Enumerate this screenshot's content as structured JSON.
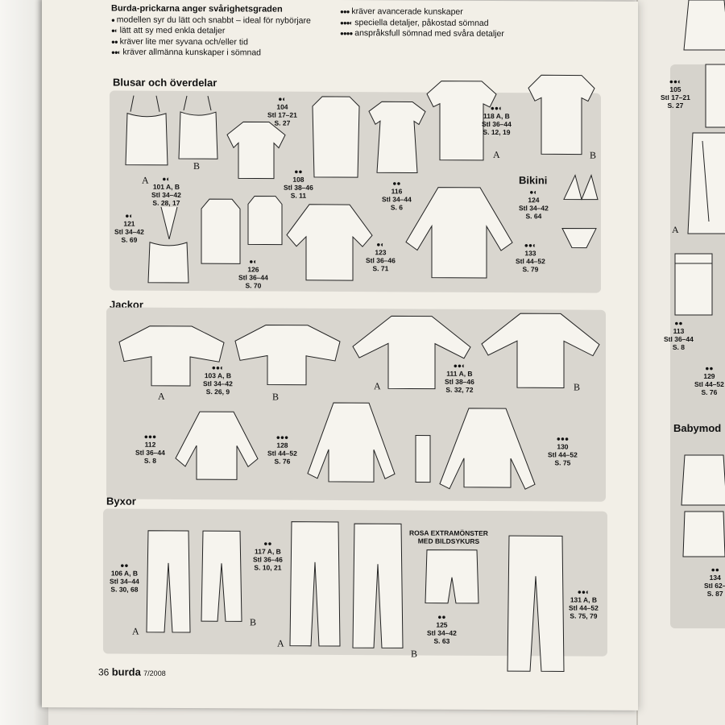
{
  "legend": {
    "title": "Burda-prickarna anger svårighetsgraden",
    "items_left": [
      {
        "dots": "●",
        "text": "modellen syr du lätt och snabbt – ideal för nybörjare"
      },
      {
        "dots": "●◐",
        "text": "lätt att sy med enkla detaljer"
      },
      {
        "dots": "●●",
        "text": "kräver lite mer syvana och/eller tid"
      },
      {
        "dots": "●●◐",
        "text": "kräver allmänna kunskaper i sömnad"
      }
    ],
    "items_right": [
      {
        "dots": "●●●",
        "text": "kräver avancerade kunskaper"
      },
      {
        "dots": "●●●◐",
        "text": "speciella detaljer, påkostad sömnad"
      },
      {
        "dots": "●●●●",
        "text": "anspråksfull sömnad med svåra detaljer"
      }
    ]
  },
  "sections": {
    "blusar": "Blusar och överdelar",
    "jackor": "Jackor",
    "byxor": "Byxor",
    "bikini": "Bikini",
    "rosa": "ROSA EXTRAMÖNSTER\nMED BILDSYKURS"
  },
  "labels": {
    "b104": "●◐\n104\nStl 17–21\nS. 27",
    "b101": "●◐\n101 A, B\nStl 34–42\nS. 28, 17",
    "b108": "●●\n108\nStl 38–46\nS. 11",
    "b116": "●●\n116\nStl 34–44\nS. 6",
    "b118": "●●◐\n118 A, B\nStl 36–44\nS. 12, 19",
    "b124": "●◐\n124\nStl 34–42\nS. 64",
    "b121": "●◐\n121\nStl 34–42\nS. 69",
    "b126": "●◐\n126\nStl 36–44\nS. 70",
    "b123": "●◐\n123\nStl 36–46\nS. 71",
    "b133": "●●◐\n133\nStl 44–52\nS. 79",
    "j103": "●●◐\n103 A, B\nStl 34–42\nS. 26, 9",
    "j111": "●●◐\n111 A, B\nStl 38–46\nS. 32, 72",
    "j112": "●●●\n112\nStl 36–44\nS. 8",
    "j128": "●●●\n128\nStl 44–52\nS. 76",
    "j130": "●●●\n130\nStl 44–52\nS. 75",
    "p106": "●●\n106 A, B\nStl 34–44\nS. 30, 68",
    "p117": "●●\n117 A, B\nStl 36–46\nS. 10, 21",
    "p125": "●●\n125\nStl 34–42\nS. 63",
    "p131": "●●◐\n131 A, B\nStl 44–52\nS. 75, 79",
    "r105": "●●◐\n105\nStl 17–21\nS. 27",
    "r113": "●●\n113\nStl 36–44\nS. 8",
    "r129": "●●\n129\nStl 44–52\nS. 76",
    "r134": "●●\n134\nStl 62–\nS. 87",
    "babymode": "Babymod"
  },
  "letters": {
    "a": "A",
    "b": "B"
  },
  "footer": {
    "page": "36",
    "brand": "burda",
    "issue": "7/2008"
  }
}
